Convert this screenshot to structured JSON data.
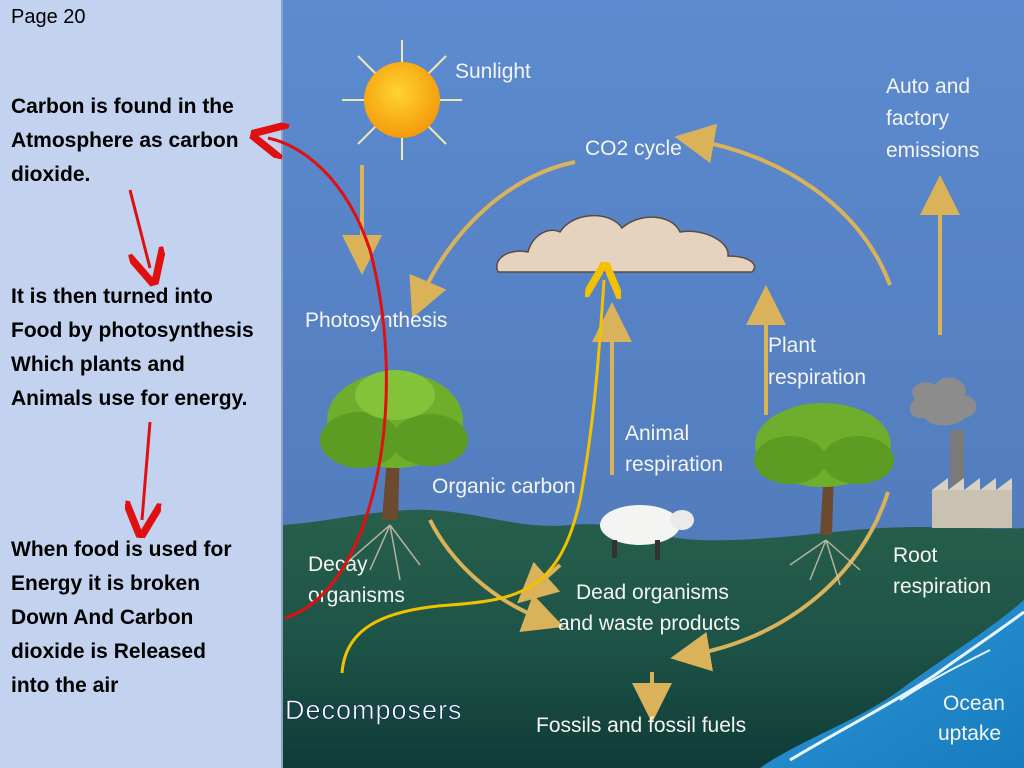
{
  "left_panel": {
    "page": "Page 20",
    "para1": "Carbon is found in the\nAtmosphere as carbon\ndioxide.",
    "para2": "It is then turned into\nFood by photosynthesis\nWhich plants and\nAnimals use for energy.",
    "para3": "When food is used for\nEnergy it is broken\nDown And Carbon\ndioxide is Released\ninto the air"
  },
  "diagram": {
    "sunlight": "Sunlight",
    "co2_cycle": "CO2 cycle",
    "auto_1": "Auto  and",
    "auto_2": "factory",
    "auto_3": "emissions",
    "photosynthesis": "Photosynthesis",
    "plant_1": "Plant",
    "plant_2": "respiration",
    "animal_1": "Animal",
    "animal_2": "respiration",
    "organic_carbon": "Organic  carbon",
    "decay_1": "Decay",
    "decay_2": "organisms",
    "root_1": "Root",
    "root_2": "respiration",
    "dead_1": "Dead  organisms",
    "dead_2": "and  waste  products",
    "fossils": "Fossils  and  fossil  fuels",
    "ocean_1": "Ocean",
    "ocean_2": "uptake",
    "decomposers": "Decomposers"
  },
  "colors": {
    "sky": "#5b86c9",
    "ground": "#1f5d4c",
    "panel": "#c3d2ee",
    "red_arrow": "#e01010",
    "yellow_arrow": "#f2c200",
    "cycle_arrow": "#d9b25a"
  }
}
